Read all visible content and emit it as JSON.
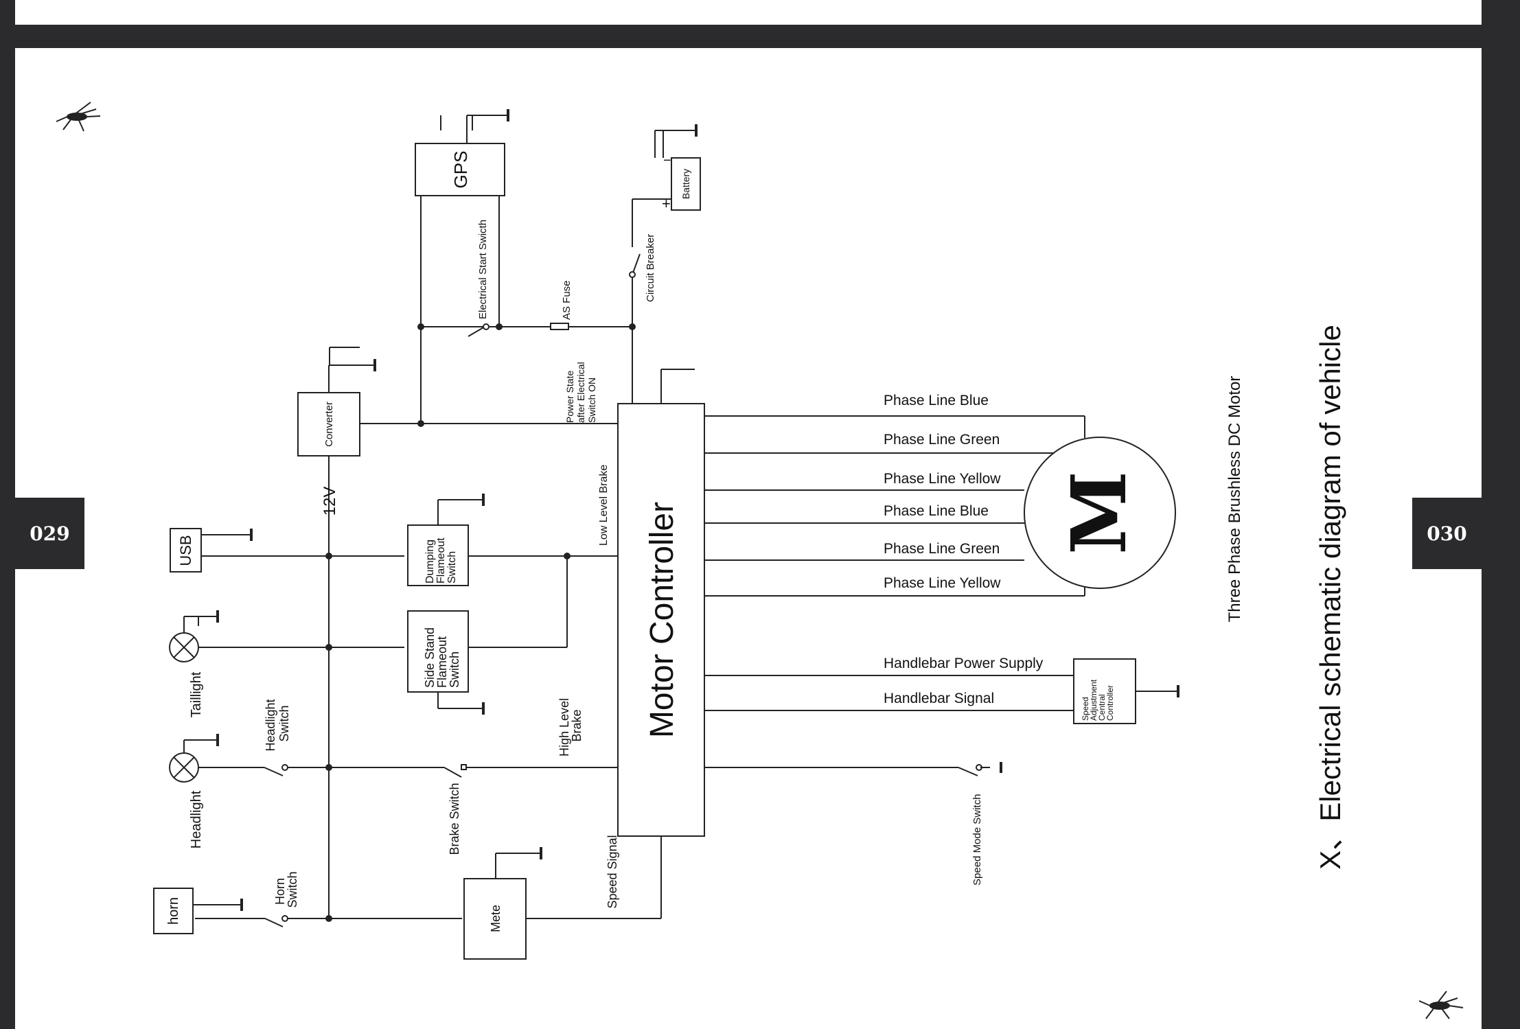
{
  "page_numbers": {
    "left": "029",
    "right": "030"
  },
  "section_title": "X、Electrical schematic diagram of vehicle",
  "motor_caption": "Three Phase Brushless DC Motor",
  "motor_symbol": "M",
  "controller_label": "Motor Controller",
  "components": {
    "gps": "GPS",
    "battery": "Battery",
    "converter": "Converter",
    "usb": "USB",
    "dumping_switch": [
      "Dumping",
      "Flameout",
      "Switch"
    ],
    "side_stand_switch": [
      "Side Stand",
      "Flameout",
      "Switch"
    ],
    "meter": "Mete",
    "horn": "horn",
    "speed_adjust": [
      "Speed",
      "Adjustment",
      "Central",
      "Controller"
    ]
  },
  "labels": {
    "electrical_start_switch": "Electrical Start Swicth",
    "as_fuse": "AS Fuse",
    "circuit_breaker": "Circuit Breaker",
    "power_state": [
      "Power State",
      "after Electrical",
      "Switch ON"
    ],
    "v12": "12V",
    "low_level_brake": "Low Level Brake",
    "high_level_brake": [
      "High Level",
      "Brake"
    ],
    "speed_signal": "Speed Signal",
    "brake_switch": "Brake Switch",
    "horn_switch": [
      "Horn",
      "Switch"
    ],
    "headlight_switch": [
      "Headlight",
      "Switch"
    ],
    "headlight": "Headlight",
    "taillight": "Taillight",
    "speed_mode_switch": "Speed Mode Switch"
  },
  "motor_lines": [
    "Phase Line Blue",
    "Phase Line Green",
    "Phase Line Yellow",
    "Phase Line Blue",
    "Phase Line Green",
    "Phase Line Yellow"
  ],
  "handlebar_lines": [
    "Handlebar Power Supply",
    "Handlebar Signal"
  ],
  "colors": {
    "frame": "#2b2b2d",
    "line": "#222222",
    "paper": "#ffffff"
  }
}
